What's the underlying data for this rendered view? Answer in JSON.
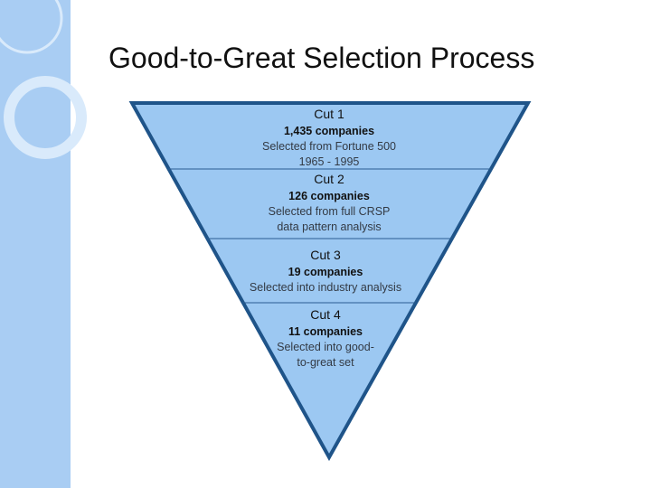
{
  "title": "Good-to-Great Selection Process",
  "colors": {
    "funnel_fill": "#9cc8f2",
    "funnel_border": "#1f5489",
    "divider": "#2a5d91",
    "side_band": "#a9cdf3"
  },
  "stages": [
    {
      "cut": "Cut 1",
      "count": "1,435 companies",
      "desc_lines": [
        "Selected from Fortune 500",
        "1965 - 1995"
      ]
    },
    {
      "cut": "Cut 2",
      "count": "126 companies",
      "desc_lines": [
        "Selected from full CRSP",
        "data pattern analysis"
      ]
    },
    {
      "cut": "Cut 3",
      "count": "19 companies",
      "desc_lines": [
        "Selected into industry analysis"
      ]
    },
    {
      "cut": "Cut 4",
      "count": "11 companies",
      "desc_lines": [
        "Selected into good-",
        "to-great set"
      ]
    }
  ]
}
